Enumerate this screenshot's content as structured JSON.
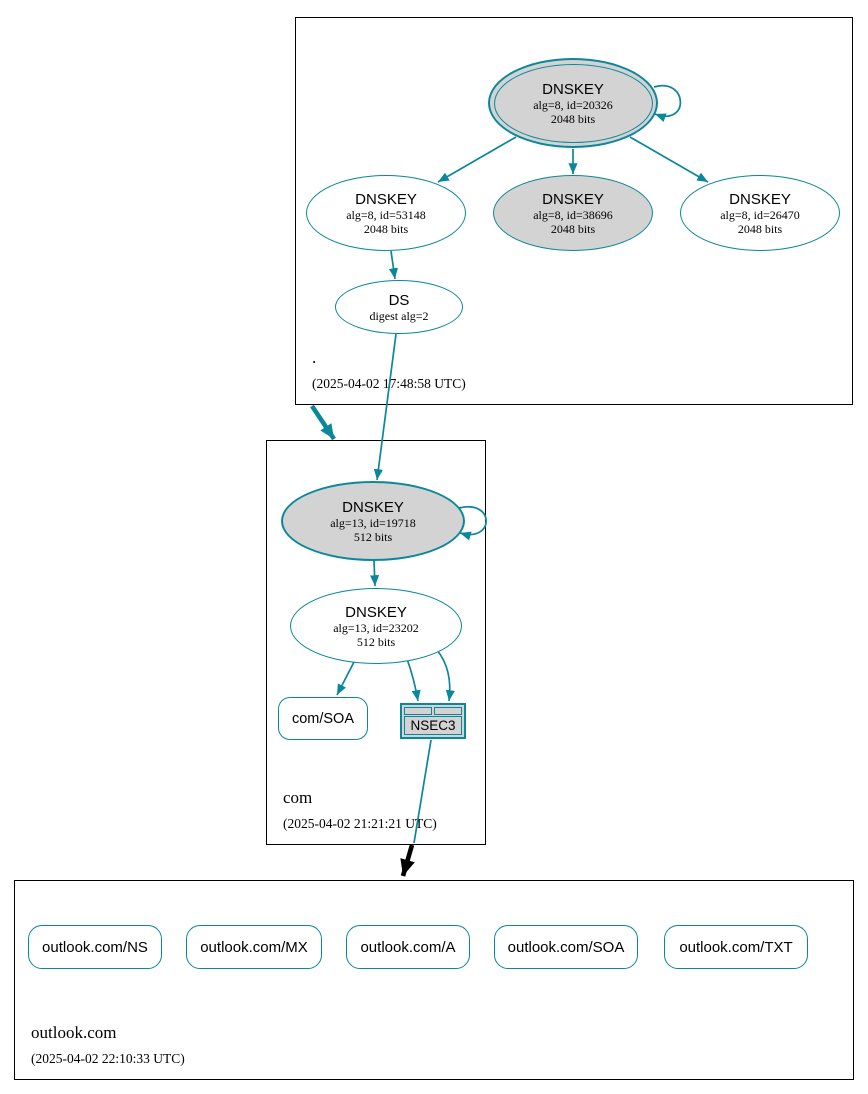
{
  "diagram": {
    "type": "dnssec-authentication-chain"
  },
  "colors": {
    "secure_edge": "#0a879a",
    "insecure_edge": "#000000",
    "ksk_fill": "#d3d3d3",
    "node_fill": "#ffffff",
    "zone_border": "#000000"
  },
  "zones": {
    "root": {
      "label": ".",
      "timestamp": "(2025-04-02 17:48:58 UTC)",
      "ksk": {
        "type": "DNSKEY",
        "alg_id": "alg=8, id=20326",
        "bits": "2048 bits"
      },
      "keys": [
        {
          "type": "DNSKEY",
          "alg_id": "alg=8, id=53148",
          "bits": "2048 bits"
        },
        {
          "type": "DNSKEY",
          "alg_id": "alg=8, id=38696",
          "bits": "2048 bits"
        },
        {
          "type": "DNSKEY",
          "alg_id": "alg=8, id=26470",
          "bits": "2048 bits"
        }
      ],
      "ds": {
        "type": "DS",
        "digest": "digest alg=2"
      }
    },
    "com": {
      "label": "com",
      "timestamp": "(2025-04-02 21:21:21 UTC)",
      "ksk": {
        "type": "DNSKEY",
        "alg_id": "alg=13, id=19718",
        "bits": "512 bits"
      },
      "zsk": {
        "type": "DNSKEY",
        "alg_id": "alg=13, id=23202",
        "bits": "512 bits"
      },
      "soa": {
        "label": "com/SOA"
      },
      "nsec3": {
        "label": "NSEC3"
      }
    },
    "outlook_com": {
      "label": "outlook.com",
      "timestamp": "(2025-04-02 22:10:33 UTC)",
      "rrsets": [
        {
          "label": "outlook.com/NS"
        },
        {
          "label": "outlook.com/MX"
        },
        {
          "label": "outlook.com/A"
        },
        {
          "label": "outlook.com/SOA"
        },
        {
          "label": "outlook.com/TXT"
        }
      ]
    }
  }
}
